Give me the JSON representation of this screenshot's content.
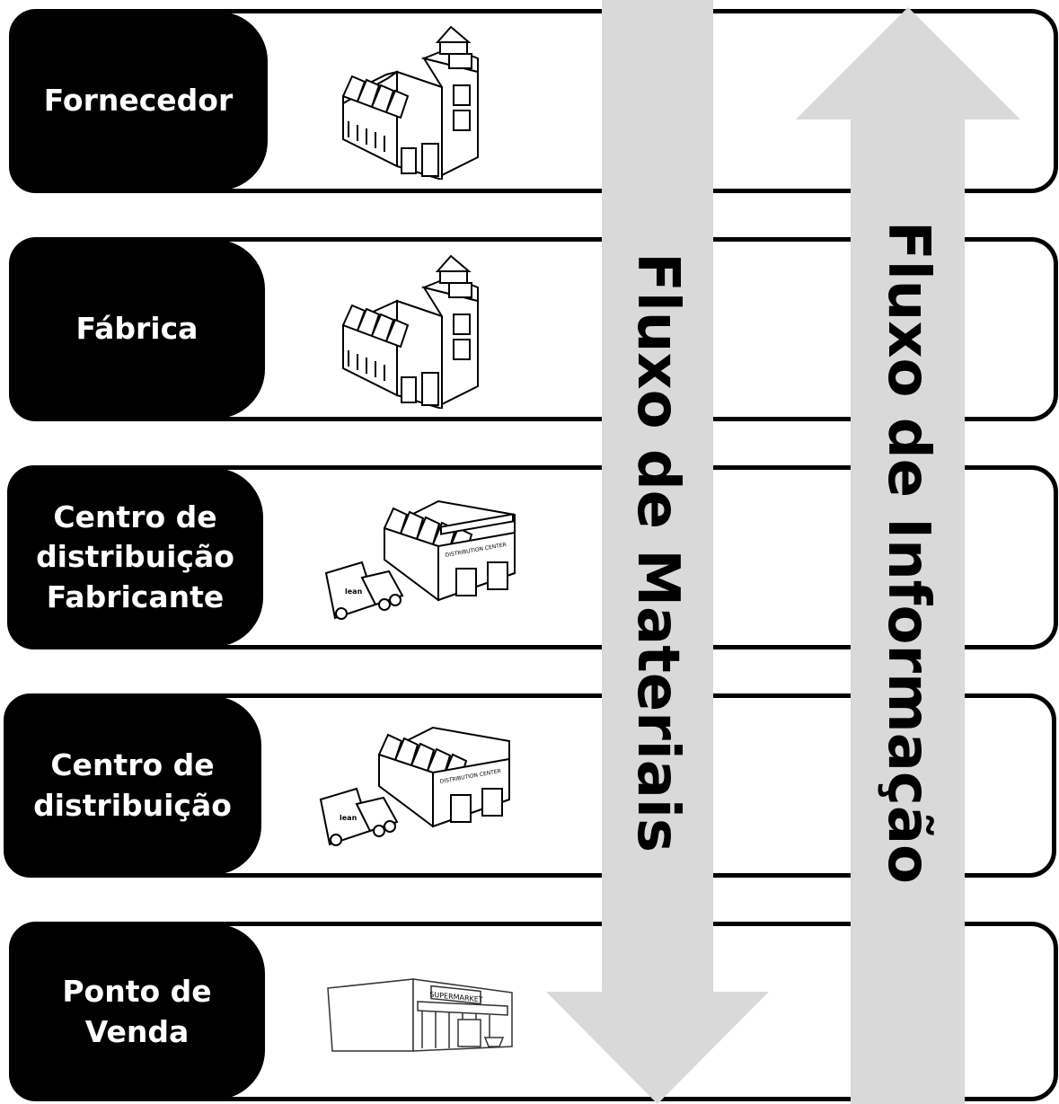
{
  "rows": [
    {
      "label": "Fornecedor",
      "icon": "factory-icon"
    },
    {
      "label": "Fábrica",
      "icon": "factory-icon"
    },
    {
      "label": "Centro de\ndistribuição\nFabricante",
      "icon": "distribution-center-truck-icon",
      "sign": "DISTRIBUTION CENTER",
      "truck_logo": "lean"
    },
    {
      "label": "Centro de\ndistribuição",
      "icon": "distribution-center-truck-icon",
      "sign": "DISTRIBUTION CENTER",
      "truck_logo": "lean"
    },
    {
      "label": "Ponto de\nVenda",
      "icon": "supermarket-icon",
      "sign": "SUPERMARKET"
    }
  ],
  "flows": {
    "materials": {
      "label": "Fluxo de Materiais",
      "direction": "down",
      "color": "#d9d9d9"
    },
    "information": {
      "label": "Fluxo de Informação",
      "direction": "up",
      "color": "#d9d9d9"
    }
  }
}
